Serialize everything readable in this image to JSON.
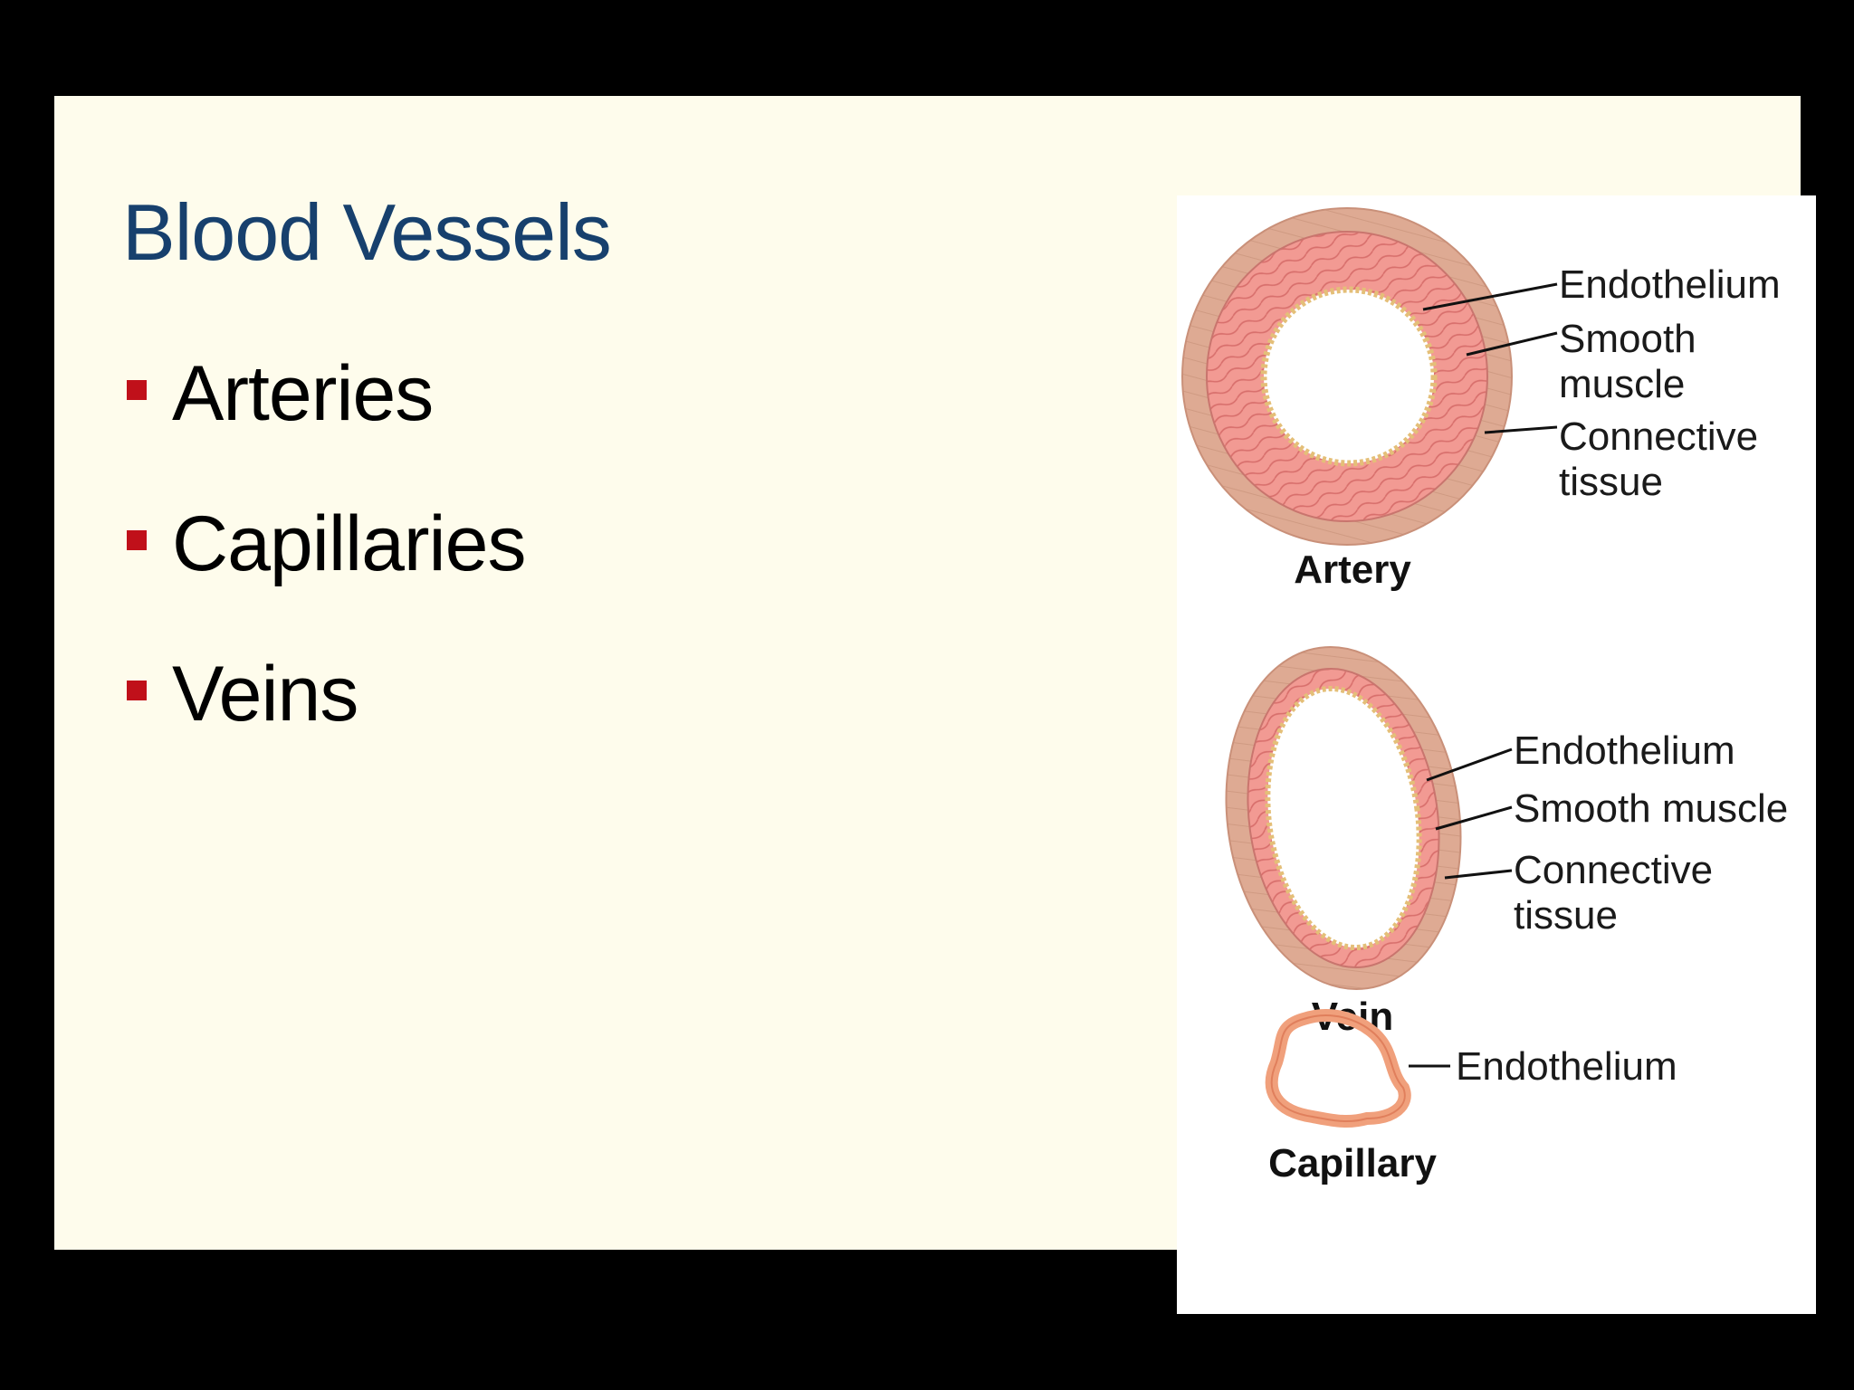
{
  "slide": {
    "title": "Blood Vessels",
    "bullets": [
      "Arteries",
      "Capillaries",
      "Veins"
    ],
    "bullet_color": "#c0101a",
    "title_color": "#17406d",
    "background": "#fefcec"
  },
  "figure": {
    "artery": {
      "caption": "Artery",
      "labels": {
        "endothelium": "Endothelium",
        "smooth1": "Smooth",
        "smooth2": "muscle",
        "conn1": "Connective",
        "conn2": "tissue"
      }
    },
    "vein": {
      "caption": "Vein",
      "labels": {
        "endothelium": "Endothelium",
        "smooth": "Smooth muscle",
        "conn1": "Connective",
        "conn2": "tissue"
      }
    },
    "capillary": {
      "caption": "Capillary",
      "labels": {
        "endothelium": "Endothelium"
      }
    },
    "colors": {
      "connective": "#dfa991",
      "muscle": "#f08f8a",
      "muscle_line": "#d96a6a",
      "endothelium": "#e9c47a"
    }
  }
}
